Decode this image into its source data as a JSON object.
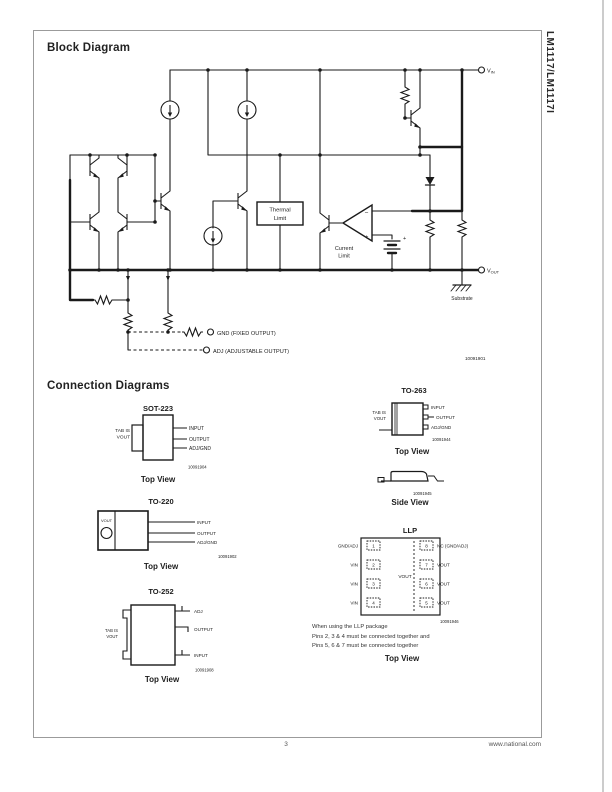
{
  "page": {
    "sidebar_title": "LM1117/LM1117I",
    "footer": {
      "page_number": "3",
      "website": "www.national.com"
    }
  },
  "block_diagram": {
    "heading": "Block Diagram",
    "figure_code": "10091901",
    "labels": {
      "vin": {
        "letter": "V",
        "sub": "IN"
      },
      "vout": {
        "letter": "V",
        "sub": "OUT"
      },
      "thermal_line1": "Thermal",
      "thermal_line2": "Limit",
      "current_limit_line1": "Current",
      "current_limit_line2": "Limit",
      "minus": "−",
      "plus": "+",
      "battery_plus": "+",
      "substrate": "Substrate",
      "gnd_output": "GND (FIXED OUTPUT)",
      "adj_output": "ADJ (ADJUSTABLE OUTPUT)"
    }
  },
  "connection_diagrams": {
    "heading": "Connection Diagrams",
    "sot223": {
      "title": "SOT-223",
      "view": "Top View",
      "code": "10091904",
      "tab_label_1": "TAB IS",
      "tab_label_2": "VOUT",
      "pins": [
        "INPUT",
        "OUTPUT",
        "ADJ/GND"
      ]
    },
    "to263": {
      "title": "TO-263",
      "view": "Top View",
      "code": "10091944",
      "tab_label_1": "TAB IS",
      "tab_label_2": "VOUT",
      "pins": [
        "INPUT",
        "OUTPUT",
        "ADJ/GND"
      ]
    },
    "to263_side": {
      "view": "Side View",
      "code": "10091945"
    },
    "to220": {
      "title": "TO-220",
      "view": "Top View",
      "code": "10091902",
      "tab_label": "VOUT",
      "pins": [
        "INPUT",
        "OUTPUT",
        "ADJ/GND"
      ]
    },
    "to252": {
      "title": "TO-252",
      "view": "Top View",
      "code": "10091908",
      "tab_label_1": "TAB IS",
      "tab_label_2": "VOUT",
      "pins": [
        "ADJ",
        "OUTPUT",
        "INPUT"
      ]
    },
    "llp": {
      "title": "LLP",
      "view": "Top View",
      "code": "10091946",
      "center_label": "VOUT",
      "left_pins": [
        {
          "num": "1",
          "label": "GND/ADJ"
        },
        {
          "num": "2",
          "label": "VIN"
        },
        {
          "num": "3",
          "label": "VIN"
        },
        {
          "num": "4",
          "label": "VIN"
        }
      ],
      "right_pins": [
        {
          "num": "8",
          "label": "NC (GND/ADJ)"
        },
        {
          "num": "7",
          "label": "VOUT"
        },
        {
          "num": "6",
          "label": "VOUT"
        },
        {
          "num": "5",
          "label": "VOUT"
        }
      ],
      "notes": [
        "When using the LLP package",
        "Pins 2, 3 & 4 must be connected together and",
        "Pins 5, 6 & 7 must be connected together"
      ]
    }
  }
}
